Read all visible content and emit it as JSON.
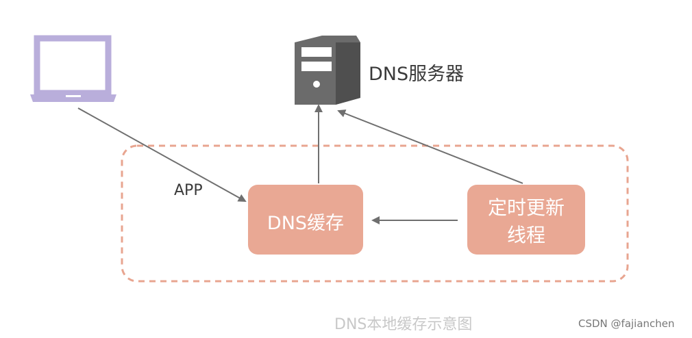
{
  "labels": {
    "dns_server": "DNS服务器",
    "app": "APP",
    "dns_cache": "DNS缓存",
    "update_thread_line1": "定时更新",
    "update_thread_line2": "线程",
    "caption": "DNS本地缓存示意图",
    "watermark": "CSDN @fajianchen"
  },
  "icons": {
    "client": "laptop-icon",
    "server": "server-tower-icon"
  },
  "colors": {
    "laptop": "#b9aedb",
    "server": "#6b6b6b",
    "node_fill": "#e9a894",
    "dashed_border": "#e8a590",
    "arrow": "#6f6f6f",
    "caption": "#c8c8c8",
    "watermark": "#777777"
  }
}
